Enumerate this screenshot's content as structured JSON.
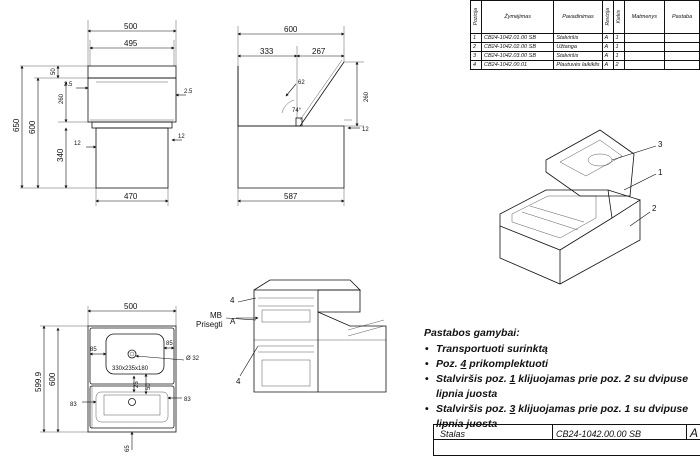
{
  "parts_table": {
    "headers": [
      "Pozicija",
      "Žymėjimas",
      "Pavadinimas",
      "Revizija",
      "Kiekis",
      "Matmenys",
      "Pastaba"
    ],
    "rows": [
      {
        "poz": "1",
        "code": "CB24-1042.01.00 SB",
        "name": "Stalviršis",
        "rev": "A",
        "qty": "1"
      },
      {
        "poz": "2",
        "code": "CB24-1042.02.00 SB",
        "name": "Užtanga",
        "rev": "A",
        "qty": "1"
      },
      {
        "poz": "3",
        "code": "CB24-1042.03.00 SB",
        "name": "Stalviršis",
        "rev": "A",
        "qty": "1"
      },
      {
        "poz": "4",
        "code": "CB24-1042.00.01",
        "name": "Plautuvės laikiklis",
        "rev": "A",
        "qty": "2"
      }
    ]
  },
  "front_view": {
    "width_top": "500",
    "width_inner": "495",
    "width_bottom": "470",
    "height_total": "650",
    "height_600": "600",
    "top_50": "50",
    "gap_2_5_left": "2.5",
    "gap_2_5_right": "2.5",
    "height_260": "260",
    "height_340": "340",
    "side_12_left": "12",
    "side_12_right": "12"
  },
  "side_view": {
    "depth_top": "600",
    "depth_333": "333",
    "depth_267": "267",
    "r_62": "62",
    "angle": "74°",
    "height_260": "260",
    "side_12": "12",
    "depth_bottom": "587"
  },
  "top_view": {
    "width": "500",
    "height_599": "599.9",
    "height_600": "600",
    "d_85_left": "85",
    "d_85_right": "85",
    "hole": "Ø 32",
    "sink_size": "330x235x180",
    "d_25": "25",
    "d_50": "50",
    "d_83_left": "83",
    "d_83_right": "83",
    "d_65": "65"
  },
  "iso_view": {
    "label_4_top": "4",
    "label_mb": "MB",
    "label_prisegti": "Prisegti",
    "label_a": "A",
    "label_4_bottom": "4"
  },
  "callouts": {
    "c1": "1",
    "c2": "2",
    "c3": "3"
  },
  "notes": {
    "title": "Pastabos gamybai:",
    "items": [
      {
        "pre": "Transportuoti surinktą",
        "num": "",
        "post": ""
      },
      {
        "pre": "Poz. ",
        "num": "4",
        "post": " prikomplektuoti"
      },
      {
        "pre": "Stalviršis poz. ",
        "num": "1",
        "post": " klijuojamas prie poz. 2 su dvipuse lipnia juosta"
      },
      {
        "pre": "Stalviršis poz. ",
        "num": "3",
        "post": " klijuojamas prie poz. 1 su dvipuse lipnia juosta"
      }
    ]
  },
  "title_block": {
    "name": "Stalas",
    "code": "CB24-1042.00.00 SB",
    "rev": "A"
  }
}
